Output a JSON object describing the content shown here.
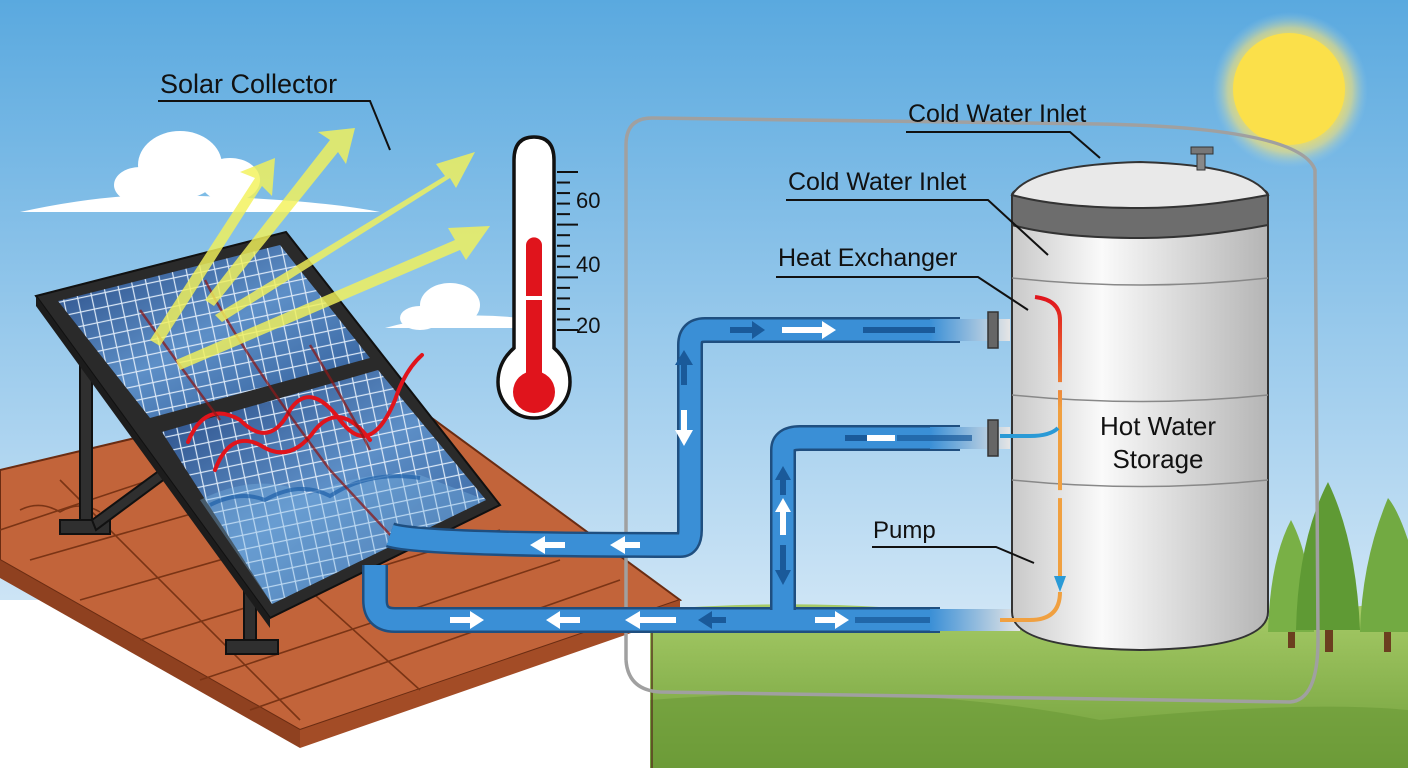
{
  "labels": {
    "solar_collector": "Solar Collector",
    "cold_water_inlet_top": "Cold Water Inlet",
    "cold_water_inlet_tank": "Cold Water Inlet",
    "heat_exchanger": "Heat Exchanger",
    "hot_water_storage_line1": "Hot Water",
    "hot_water_storage_line2": "Storage",
    "pump": "Pump"
  },
  "thermometer": {
    "scale_labels": [
      "60",
      "40",
      "20"
    ],
    "reading_fraction": 0.62
  },
  "colors": {
    "sky_top": "#5aa9df",
    "sky_bottom": "#e6f1fa",
    "sun": "#fbe04a",
    "pipe_blue": "#3a8fd6",
    "pipe_dark": "#1a5a9a",
    "hot_red": "#e0141c",
    "hot_orange": "#f0a040",
    "roof": "#c2643a",
    "panel": "#2c5a9a",
    "grass": "#8fbd4f",
    "tree": "#6aa83e",
    "tank": "#e8e8e8",
    "cold_pipe_grey": "#a0a0a0"
  }
}
